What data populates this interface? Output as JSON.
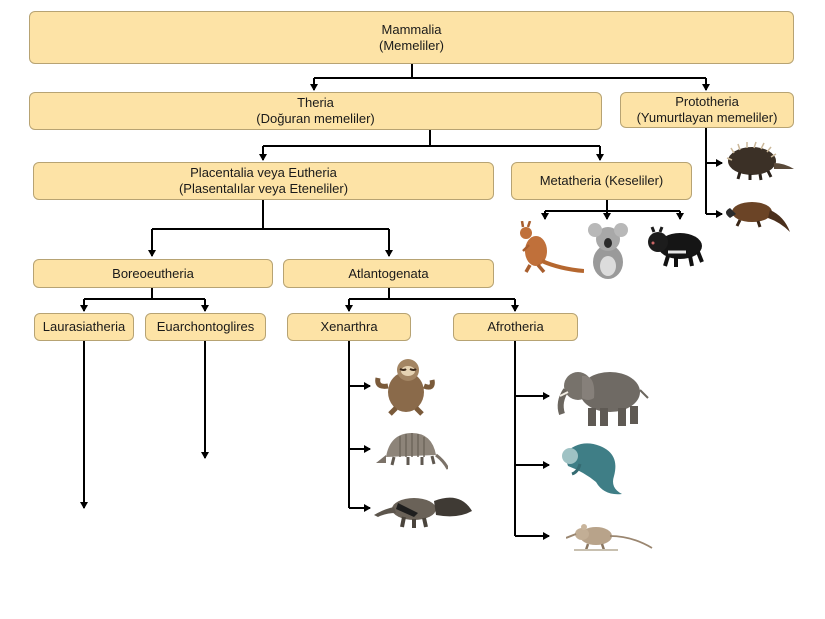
{
  "nodes": {
    "mammalia": {
      "name": "Mammalia",
      "sub": "(Memeliler)"
    },
    "theria": {
      "name": "Theria",
      "sub": "(Doğuran memeliler)"
    },
    "prototheria": {
      "name": "Prototheria",
      "sub": "(Yumurtlayan memeliler)"
    },
    "placentalia": {
      "name": "Placentalia veya Eutheria",
      "sub": "(Plasentalılar veya Eteneliler)"
    },
    "metatheria": {
      "name": "Metatheria (Keseliler)"
    },
    "boreoeutheria": {
      "name": "Boreoeutheria"
    },
    "atlantogenata": {
      "name": "Atlantogenata"
    },
    "laurasiatheria": {
      "name": "Laurasiatheria"
    },
    "euarchontoglires": {
      "name": "Euarchontoglires"
    },
    "xenarthra": {
      "name": "Xenarthra"
    },
    "afrotheria": {
      "name": "Afrotheria"
    }
  },
  "animals": [
    "echidna",
    "platypus",
    "kangaroo",
    "koala",
    "tasmanian-devil",
    "sloth",
    "armadillo",
    "anteater",
    "elephant",
    "manatee",
    "elephant-shrew"
  ],
  "colors": {
    "box_fill": "#fde3a6",
    "box_border": "#b7a373",
    "arrow": "#000000"
  }
}
